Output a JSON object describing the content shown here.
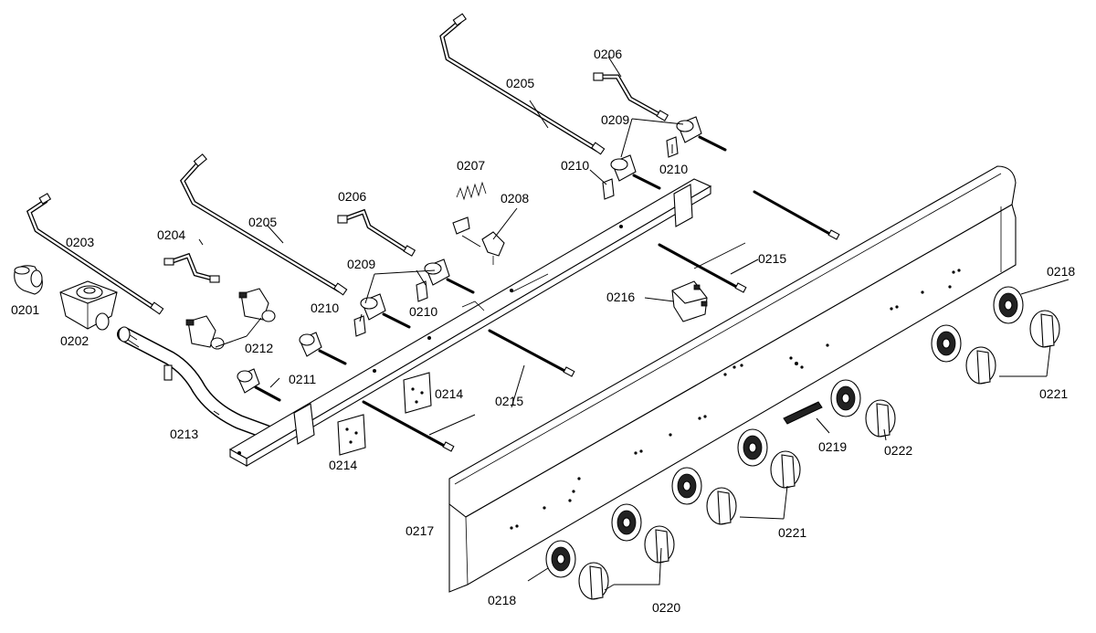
{
  "diagram": {
    "labels": {
      "p0201": "0201",
      "p0202": "0202",
      "p0203": "0203",
      "p0204": "0204",
      "p0205a": "0205",
      "p0205b": "0205",
      "p0206a": "0206",
      "p0206b": "0206",
      "p0207": "0207",
      "p0208": "0208",
      "p0209a": "0209",
      "p0209b": "0209",
      "p0210a": "0210",
      "p0210b": "0210",
      "p0210c": "0210",
      "p0210d": "0210",
      "p0211": "0211",
      "p0212": "0212",
      "p0213": "0213",
      "p0214a": "0214",
      "p0214b": "0214",
      "p0215a": "0215",
      "p0215b": "0215",
      "p0216": "0216",
      "p0217": "0217",
      "p0218a": "0218",
      "p0218b": "0218",
      "p0219": "0219",
      "p0220": "0220",
      "p0221a": "0221",
      "p0221b": "0221",
      "p0222": "0222"
    }
  }
}
